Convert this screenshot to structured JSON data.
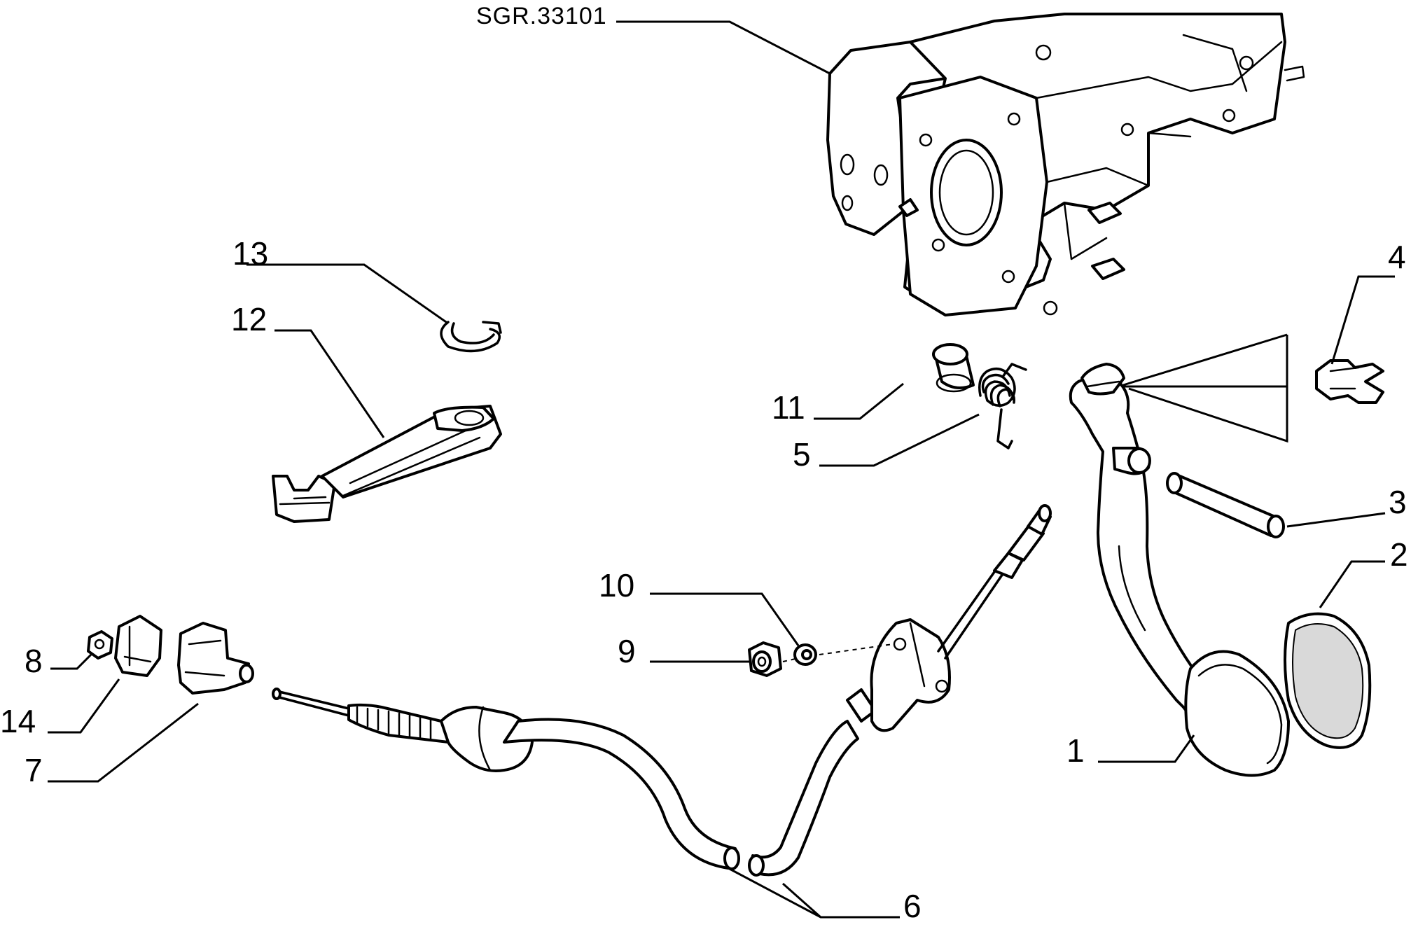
{
  "drawing_code": "SGR.33101",
  "callouts": [
    {
      "id": "c1",
      "label": "1"
    },
    {
      "id": "c2",
      "label": "2"
    },
    {
      "id": "c3",
      "label": "3"
    },
    {
      "id": "c4",
      "label": "4"
    },
    {
      "id": "c5",
      "label": "5"
    },
    {
      "id": "c6",
      "label": "6"
    },
    {
      "id": "c7",
      "label": "7"
    },
    {
      "id": "c8",
      "label": "8"
    },
    {
      "id": "c9",
      "label": "9"
    },
    {
      "id": "c10",
      "label": "10"
    },
    {
      "id": "c11",
      "label": "11"
    },
    {
      "id": "c12",
      "label": "12"
    },
    {
      "id": "c13",
      "label": "13"
    },
    {
      "id": "c14",
      "label": "14"
    }
  ]
}
